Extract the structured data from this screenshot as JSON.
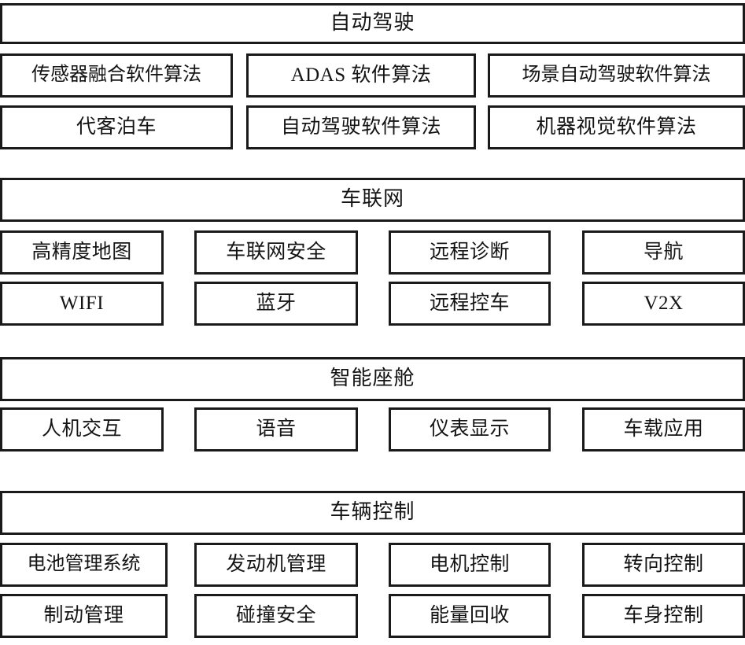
{
  "diagram": {
    "type": "layered-capability-map",
    "orientation": "vertical-stack",
    "sections": [
      {
        "id": "autonomous-driving",
        "header": "自动驾驶",
        "columns": 3,
        "rows": [
          [
            "传感器融合软件算法",
            "ADAS 软件算法",
            "场景自动驾驶软件算法"
          ],
          [
            "代客泊车",
            "自动驾驶软件算法",
            "机器视觉软件算法"
          ]
        ]
      },
      {
        "id": "connected-vehicle",
        "header": "车联网",
        "columns": 4,
        "rows": [
          [
            "高精度地图",
            "车联网安全",
            "远程诊断",
            "导航"
          ],
          [
            "WIFI",
            "蓝牙",
            "远程控车",
            "V2X"
          ]
        ]
      },
      {
        "id": "smart-cockpit",
        "header": "智能座舱",
        "columns": 4,
        "rows": [
          [
            "人机交互",
            "语音",
            "仪表显示",
            "车载应用"
          ]
        ]
      },
      {
        "id": "vehicle-control",
        "header": "车辆控制",
        "columns": 4,
        "rows": [
          [
            "电池管理系统",
            "发动机管理",
            "电机控制",
            "转向控制"
          ],
          [
            "制动管理",
            "碰撞安全",
            "能量回收",
            "车身控制"
          ]
        ]
      }
    ]
  },
  "style": {
    "border_color": "#1a1a1a",
    "fill_color": "#ffffff",
    "text_color": "#141414"
  }
}
